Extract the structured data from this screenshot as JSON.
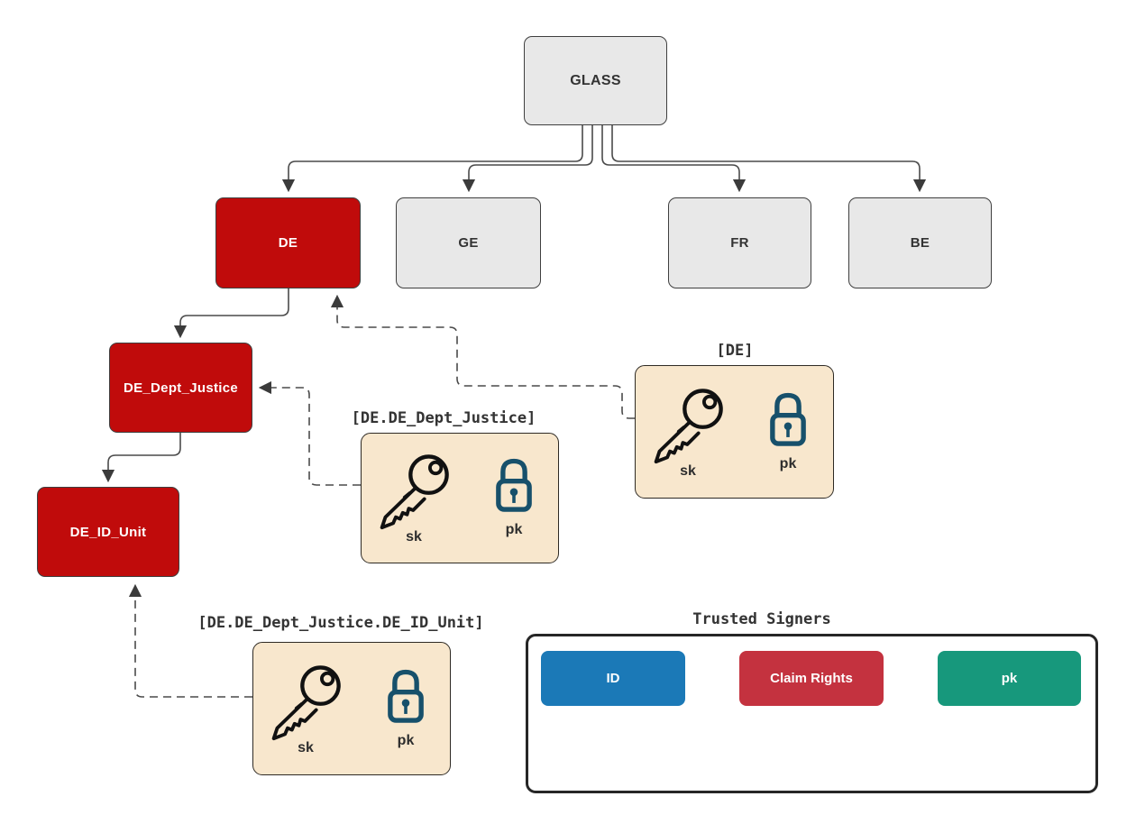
{
  "diagram": {
    "root": {
      "label": "GLASS"
    },
    "countries": [
      {
        "label": "DE"
      },
      {
        "label": "GE"
      },
      {
        "label": "FR"
      },
      {
        "label": "BE"
      }
    ],
    "subunits": [
      {
        "label": "DE_Dept_Justice"
      },
      {
        "label": "DE_ID_Unit"
      }
    ]
  },
  "key_boxes": [
    {
      "title": "[DE]",
      "sk": "sk",
      "pk": "pk"
    },
    {
      "title": "[DE.DE_Dept_Justice]",
      "sk": "sk",
      "pk": "pk"
    },
    {
      "title": "[DE.DE_Dept_Justice.DE_ID_Unit]",
      "sk": "sk",
      "pk": "pk"
    }
  ],
  "trusted_signers": {
    "title": "Trusted Signers",
    "items": [
      {
        "label": "ID",
        "color": "#1b79b7"
      },
      {
        "label": "Claim Rights",
        "color": "#c4323f"
      },
      {
        "label": "pk",
        "color": "#17987c"
      }
    ]
  },
  "colors": {
    "node_active": "#c00b0b",
    "node_inactive": "#e8e8e8",
    "key_box_fill": "#f8e7cd",
    "lock_icon": "#17506b",
    "key_icon": "#111111"
  }
}
